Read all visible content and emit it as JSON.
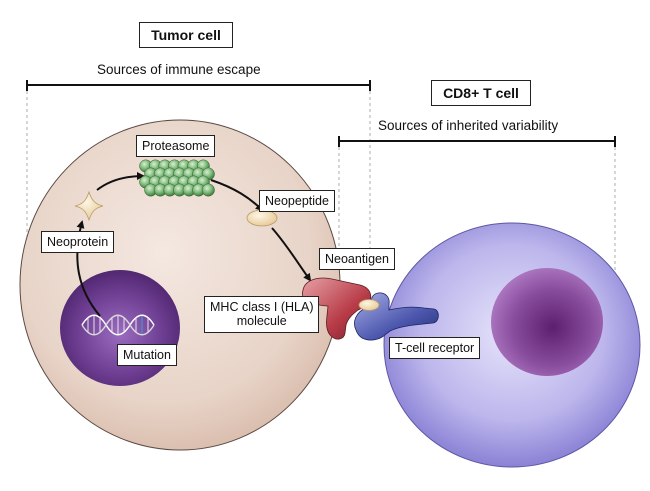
{
  "tumor_cell": {
    "title": "Tumor cell",
    "escape_label": "Sources of immune escape"
  },
  "t_cell": {
    "title": "CD8+ T cell",
    "variability_label": "Sources of inherited variability"
  },
  "labels": {
    "proteasome": "Proteasome",
    "neoprotein": "Neoprotein",
    "neopeptide": "Neopeptide",
    "neoantigen": "Neoantigen",
    "mhc_line1": "MHC class I (HLA)",
    "mhc_line2": "molecule",
    "mutation": "Mutation",
    "tcr": "T-cell receptor"
  },
  "colors": {
    "tumor_fill": "#e9d7cc",
    "tumor_nucleus": "#6b3a8c",
    "tcell_fill": "#b9b4ea",
    "tcell_nucleus": "#8a4f9e",
    "proteasome": "#6fae6f",
    "mhc": "#b3404a",
    "tcr": "#505ab0",
    "peptide": "#f2dfb8"
  }
}
